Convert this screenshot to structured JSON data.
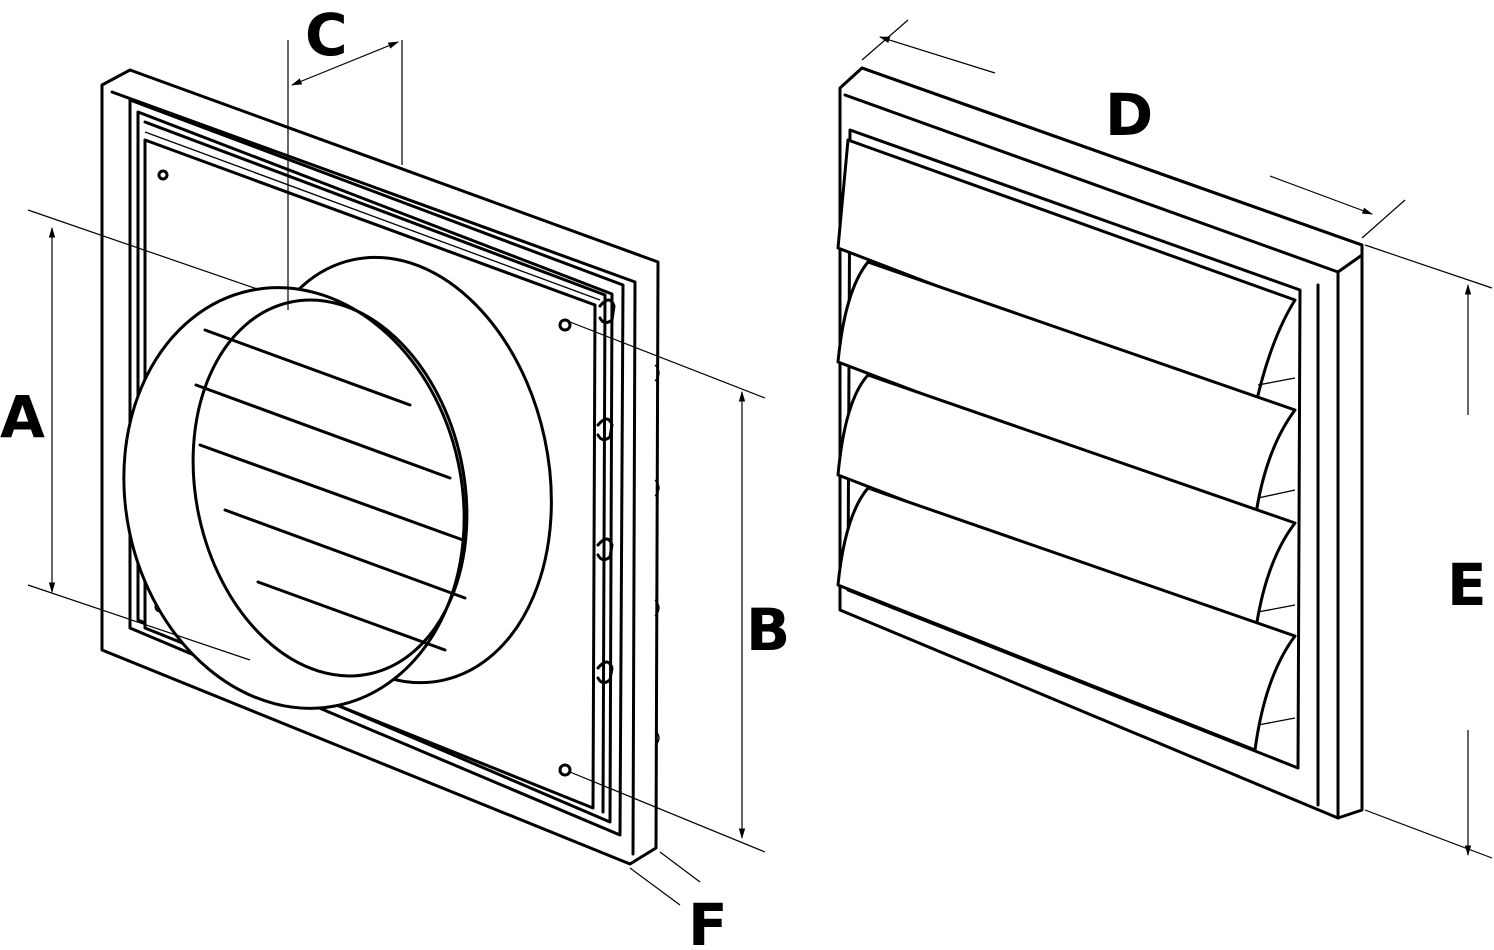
{
  "labels": {
    "a": "A",
    "b": "B",
    "c": "C",
    "d": "D",
    "e": "E",
    "f": "F"
  },
  "colors": {
    "line": "#000000",
    "background": "#ffffff"
  }
}
